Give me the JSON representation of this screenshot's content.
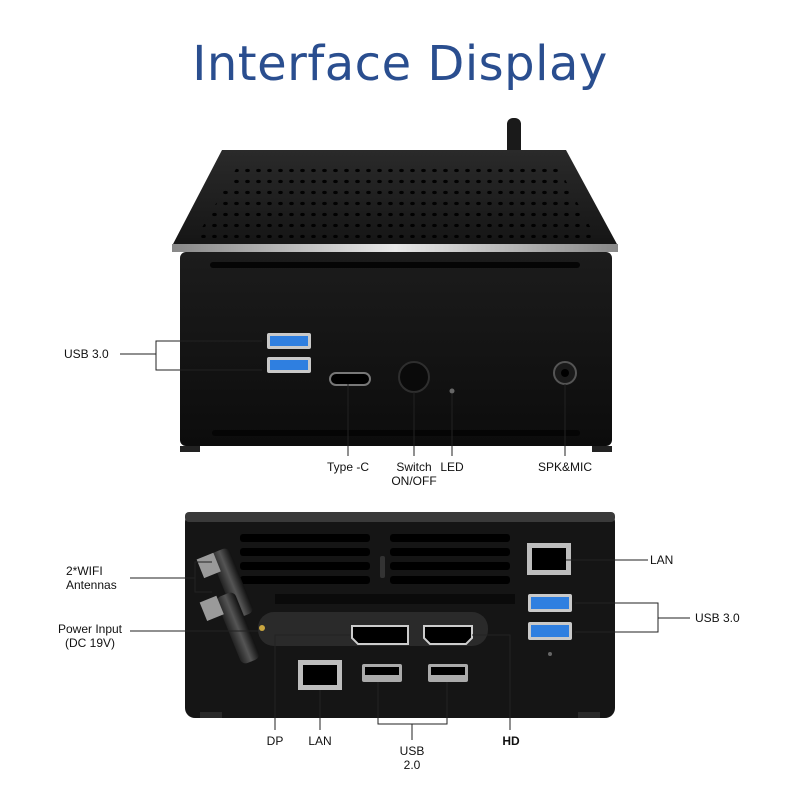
{
  "title": "Interface Display",
  "front_labels": {
    "usb3": "USB 3.0",
    "type_c": "Type -C",
    "switch_line1": "Switch",
    "switch_line2": "ON/OFF",
    "led": "LED",
    "spk_mic": "SPK&MIC"
  },
  "rear_labels": {
    "wifi_line1": "2*WIFI",
    "wifi_line2": "Antennas",
    "power_line1": "Power Input",
    "power_line2": "(DC 19V)",
    "lan_top": "LAN",
    "usb3": "USB 3.0",
    "dp": "DP",
    "lan_bottom": "LAN",
    "usb2_line1": "USB",
    "usb2_line2": "2.0",
    "hd": "HD"
  },
  "colors": {
    "title": "#2a4e8f",
    "usb3_blue": "#2f7fe0",
    "chassis": "#141414"
  }
}
